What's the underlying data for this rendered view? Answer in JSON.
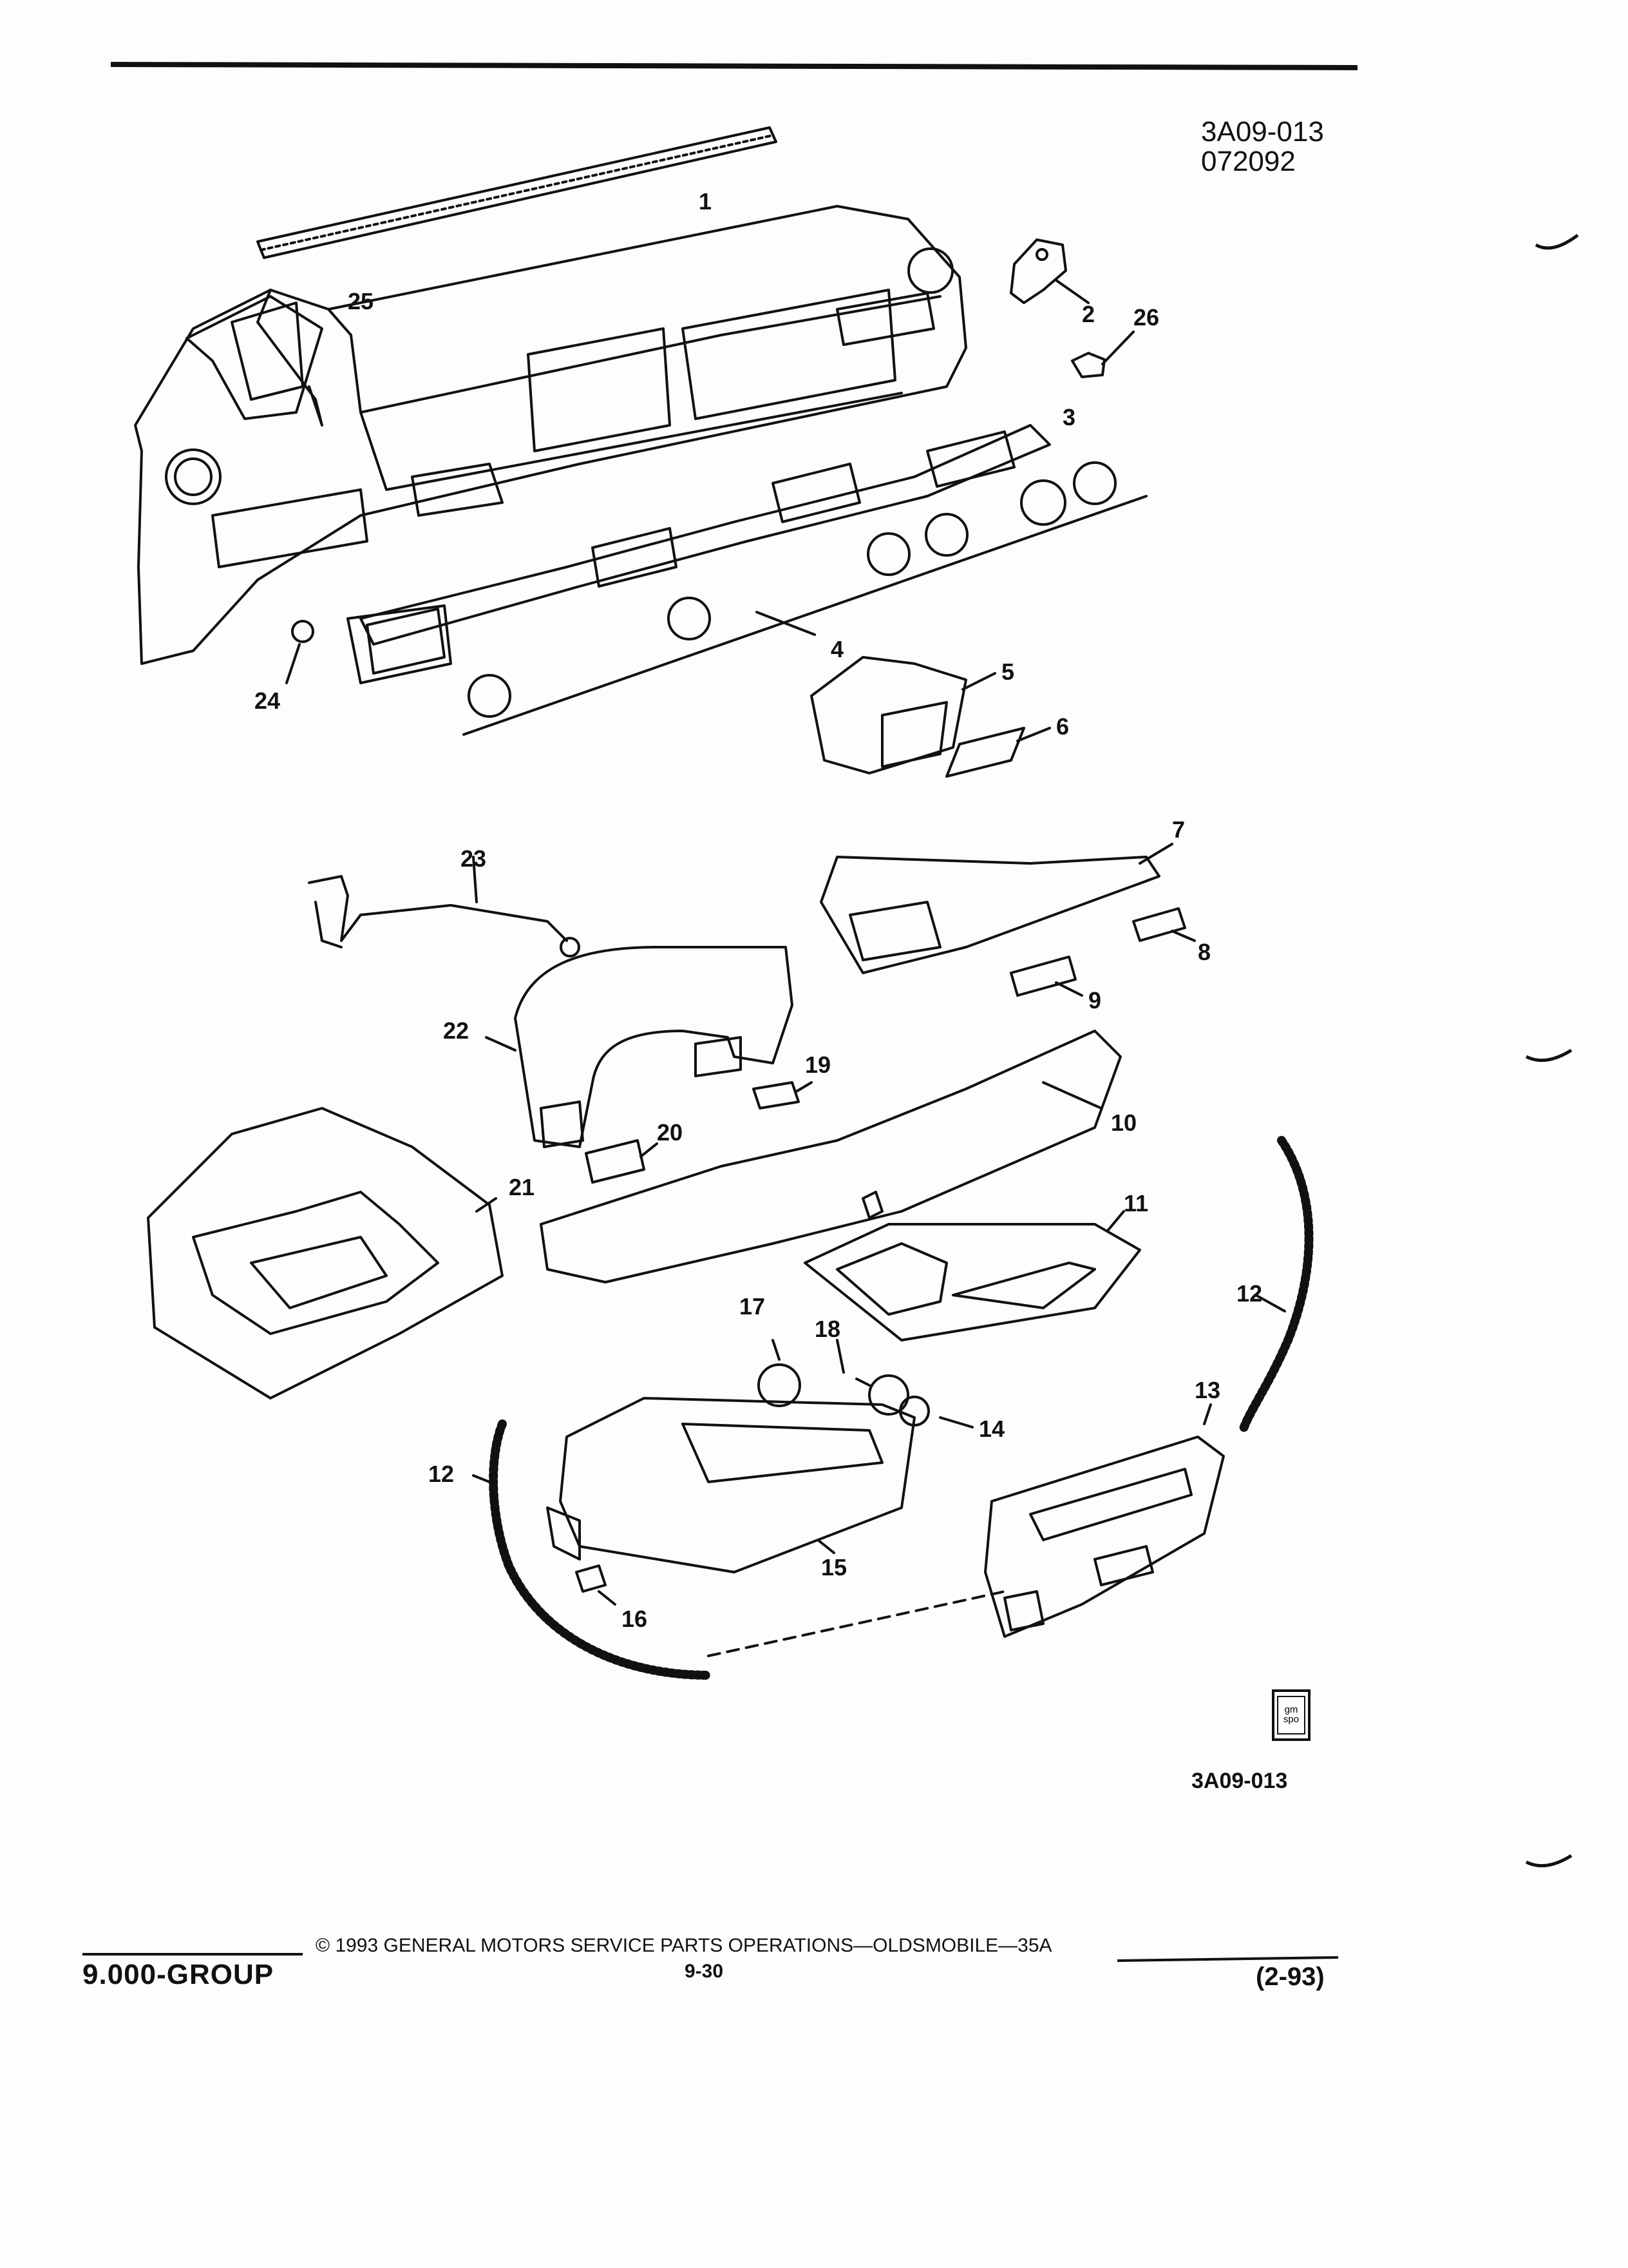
{
  "header": {
    "illustration_code": "3A09-013",
    "date_code": "072092"
  },
  "diagram": {
    "callouts": [
      "1",
      "2",
      "3",
      "4",
      "5",
      "6",
      "7",
      "8",
      "9",
      "10",
      "11",
      "12",
      "12",
      "13",
      "14",
      "15",
      "16",
      "17",
      "18",
      "19",
      "20",
      "21",
      "22",
      "23",
      "24",
      "25",
      "26"
    ],
    "reference_code": "3A09-013",
    "logo_text": "gm spo"
  },
  "footer": {
    "group": "9.000-GROUP",
    "copyright": "© 1993 GENERAL MOTORS SERVICE PARTS OPERATIONS—OLDSMOBILE—35A",
    "page": "9-30",
    "revision": "(2-93)"
  }
}
